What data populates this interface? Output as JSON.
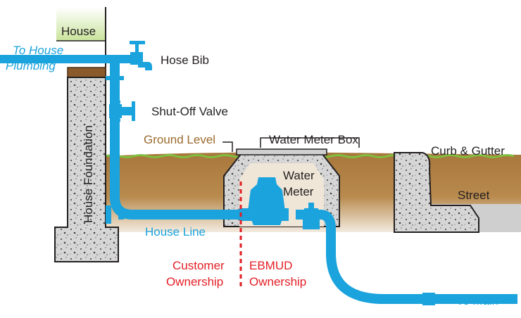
{
  "labels": {
    "house": "House",
    "to_house_plumbing_1": "To House",
    "to_house_plumbing_2": "Plumbing",
    "hose_bib": "Hose Bib",
    "shut_off_valve": "Shut-Off Valve",
    "ground_level": "Ground Level",
    "water_meter_box": "Water Meter Box",
    "curb_gutter": "Curb & Gutter",
    "water_meter_1": "Water",
    "water_meter_2": "Meter",
    "street": "Street",
    "house_foundation": "House Foundation",
    "house_line": "House Line",
    "customer_ownership_1": "Customer",
    "customer_ownership_2": "Ownership",
    "ebmud_ownership_1": "EBMUD",
    "ebmud_ownership_2": "Ownership",
    "to_main": "To Main"
  },
  "colors": {
    "water_blue": "#1aa3dc",
    "soil_brown": "#a8773b",
    "wood_brown": "#8a5a2b",
    "concrete": "#d8d8d8",
    "ownership_red": "#e31e24",
    "grass_green": "#7fbf3f"
  }
}
